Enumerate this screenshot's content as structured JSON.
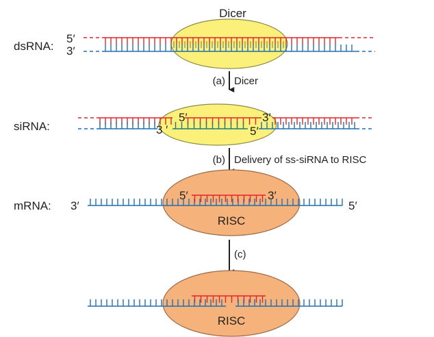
{
  "colors": {
    "sense_strand": "#e0242b",
    "antisense_strand": "#1f6fb2",
    "overlap_strand": "#1f7a7a",
    "dicer_fill": "#fbf07a",
    "dicer_edge": "#8b8b4a",
    "risc_fill": "#f5b27a",
    "risc_edge": "#9a6b4a",
    "arrow": "#231f20"
  },
  "dicer_label": "Dicer",
  "rows": {
    "dsrna": {
      "label": "dsRNA:",
      "five_prime": "5′",
      "three_prime": "3′"
    },
    "sirna": {
      "label": "siRNA:",
      "five_prime": "5′",
      "three_prime_top": "3′",
      "three_prime_bottom": "3 ′",
      "five_prime_bottom": "5′"
    },
    "mrna": {
      "label": "mRNA:",
      "three_prime": "3′",
      "five_prime": "5′",
      "guide_five_prime": "5′",
      "guide_three_prime": "3′",
      "complex": "RISC"
    },
    "cleaved": {
      "complex": "RISC"
    }
  },
  "steps": {
    "a": {
      "marker": "(a)",
      "text": "Dicer"
    },
    "b": {
      "marker": "(b)",
      "text": "Delivery of ss-siRNA to RISC"
    },
    "c": {
      "marker": "(c)",
      "text": ""
    }
  }
}
